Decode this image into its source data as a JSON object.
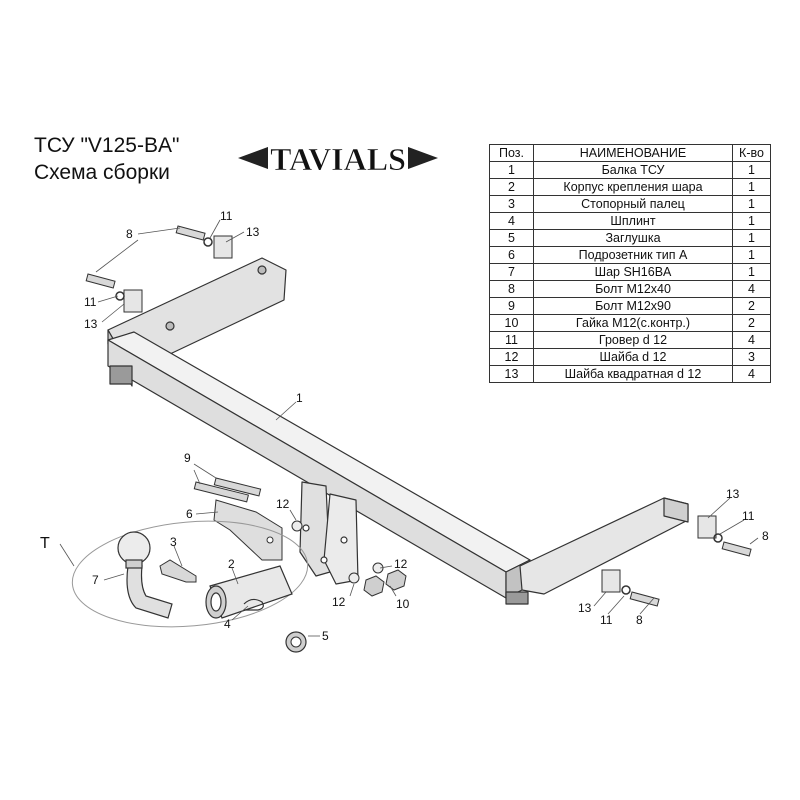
{
  "header": {
    "title_line1": "ТСУ  \"V125-BA\"",
    "title_line2": "Схема сборки",
    "logo_text": "TAVIALS"
  },
  "table": {
    "headers": [
      "Поз.",
      "НАИМЕНОВАНИЕ",
      "К-во"
    ],
    "rows": [
      {
        "pos": "1",
        "name": "Балка ТСУ",
        "qty": "1"
      },
      {
        "pos": "2",
        "name": "Корпус крепления шара",
        "qty": "1"
      },
      {
        "pos": "3",
        "name": "Стопорный палец",
        "qty": "1"
      },
      {
        "pos": "4",
        "name": "Шплинт",
        "qty": "1"
      },
      {
        "pos": "5",
        "name": "Заглушка",
        "qty": "1"
      },
      {
        "pos": "6",
        "name": "Подрозетник тип А",
        "qty": "1"
      },
      {
        "pos": "7",
        "name": "Шар SH16BA",
        "qty": "1"
      },
      {
        "pos": "8",
        "name": "Болт М12х40",
        "qty": "4"
      },
      {
        "pos": "9",
        "name": "Болт М12х90",
        "qty": "2"
      },
      {
        "pos": "10",
        "name": "Гайка М12(с.контр.)",
        "qty": "2"
      },
      {
        "pos": "11",
        "name": "Гровер d 12",
        "qty": "4"
      },
      {
        "pos": "12",
        "name": "Шайба d 12",
        "qty": "3"
      },
      {
        "pos": "13",
        "name": "Шайба квадратная d 12",
        "qty": "4"
      }
    ]
  },
  "diagram": {
    "labels": {
      "beam": "1",
      "ball_housing": "2",
      "lock_pin": "3",
      "split_pin": "4",
      "plug": "5",
      "socket_plate": "6",
      "ball": "7",
      "bolt_m12x40": "8",
      "bolt_m12x90": "9",
      "nut_m12": "10",
      "lock_washer": "11",
      "washer": "12",
      "square_washer": "13",
      "kit_group": "T"
    }
  }
}
